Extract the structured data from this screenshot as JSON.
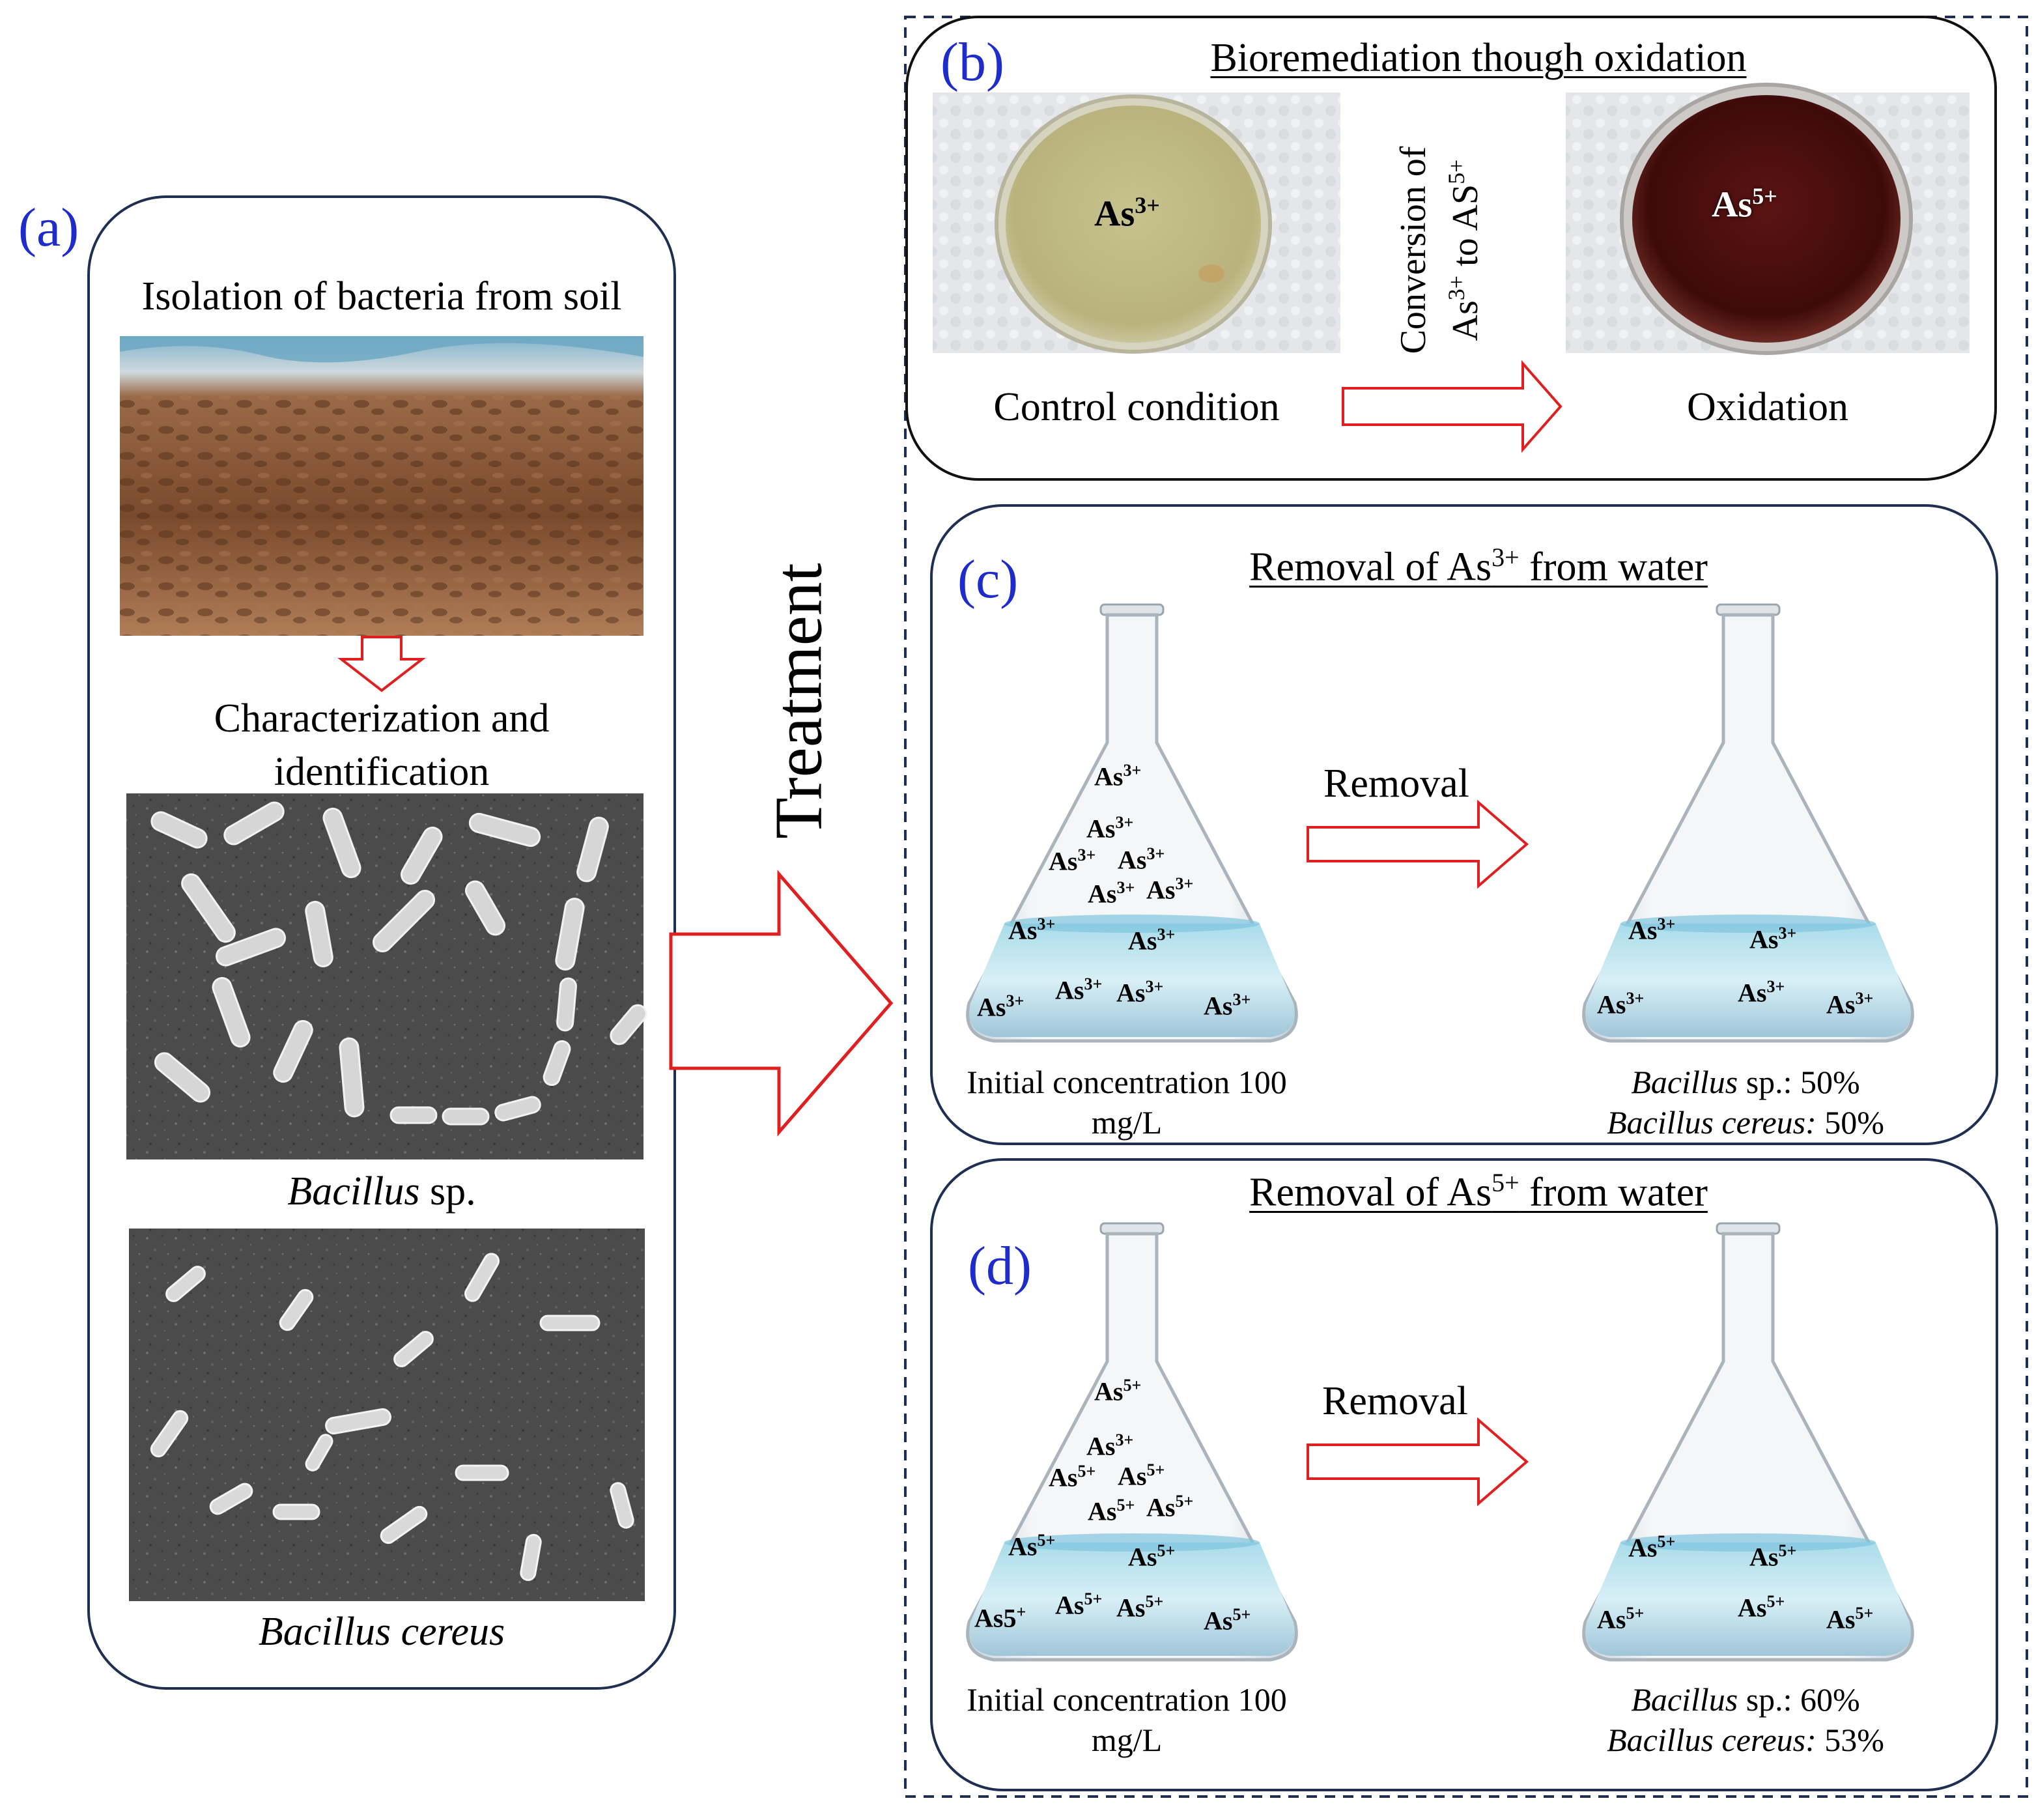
{
  "colors": {
    "panel_label": "#1f2ccc",
    "arrow_stroke": "#e02020",
    "border": "#1e2f52"
  },
  "panel_a": {
    "label": "(a)",
    "isolation_text": "Isolation of bacteria from soil",
    "characterization_line1": "Characterization and",
    "characterization_line2": "identification",
    "strain1_genus": "Bacillus",
    "strain1_suffix": " sp.",
    "strain2": "Bacillus cereus"
  },
  "treatment": "Treatment",
  "panel_b": {
    "label": "(b)",
    "title": "Bioremediation though oxidation",
    "dish1_ion": "As",
    "dish1_charge": "3+",
    "dish2_ion": "As",
    "dish2_charge": "5+",
    "conversion_line1": "Conversion of",
    "conversion_from": "As",
    "conversion_from_charge": "3+",
    "conversion_mid": " to AS",
    "conversion_to_charge": "5+",
    "control_label": "Control condition",
    "oxidation_label": "Oxidation"
  },
  "panel_c": {
    "label": "(c)",
    "title_prefix": "Removal of As",
    "title_charge": "3+",
    "title_suffix": " from water",
    "removal": "Removal",
    "initial_line1": "Initial concentration 100",
    "initial_line2": "mg/L",
    "ion": "As",
    "charge": "3+",
    "result1_genus": "Bacillus",
    "result1_rest": " sp.: 50%",
    "result2_species": "Bacillus cereus:",
    "result2_value": " 50%"
  },
  "panel_d": {
    "label": "(d)",
    "title_prefix": "Removal of As",
    "title_charge": "5+",
    "title_suffix": " from water",
    "removal": "Removal",
    "initial_line1": "Initial concentration 100",
    "initial_line2": "mg/L",
    "ion": "As",
    "charge": "5+",
    "odd_charge": "3+",
    "odd_ion": "As5",
    "odd_ion_charge": "+",
    "result1_genus": "Bacillus",
    "result1_rest": " sp.: 60%",
    "result2_species": "Bacillus cereus:",
    "result2_value": " 53%"
  }
}
